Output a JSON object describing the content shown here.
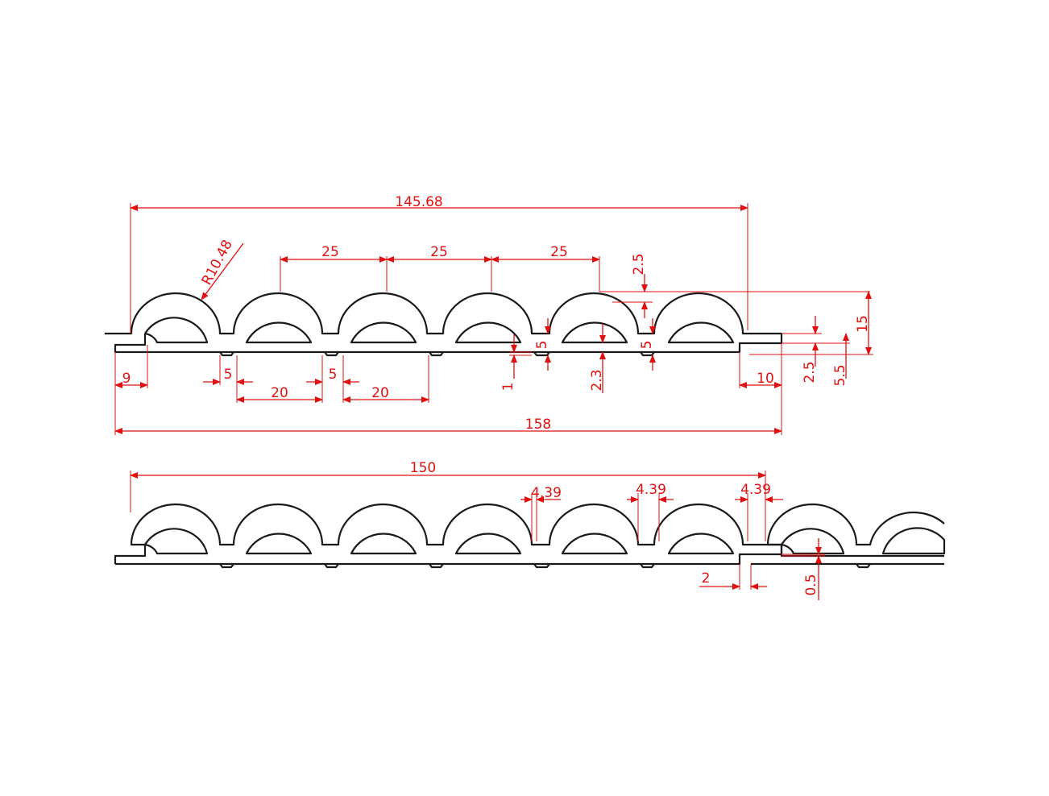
{
  "drawing": {
    "top_profile": {
      "dimensions": {
        "overall_width": "145.68",
        "radius": "R10.48",
        "pitch_1": "25",
        "pitch_2": "25",
        "pitch_3": "25",
        "top_offset": "2.5",
        "height": "15",
        "tongue": "9",
        "gap_left": "5",
        "span_left": "20",
        "gap_mid": "5",
        "span_mid": "20",
        "groove": "1",
        "web_1": "5",
        "thickness": "2.3",
        "web_2": "5",
        "groove_width": "10",
        "step_1": "2.5",
        "step_2": "5.5",
        "total_width": "158"
      }
    },
    "bottom_profile": {
      "dimensions": {
        "overall_width": "150",
        "wall_1": "4.39",
        "wall_2": "4.39",
        "wall_3": "4.39",
        "joint_gap": "2",
        "joint_offset": "0.5"
      }
    }
  }
}
